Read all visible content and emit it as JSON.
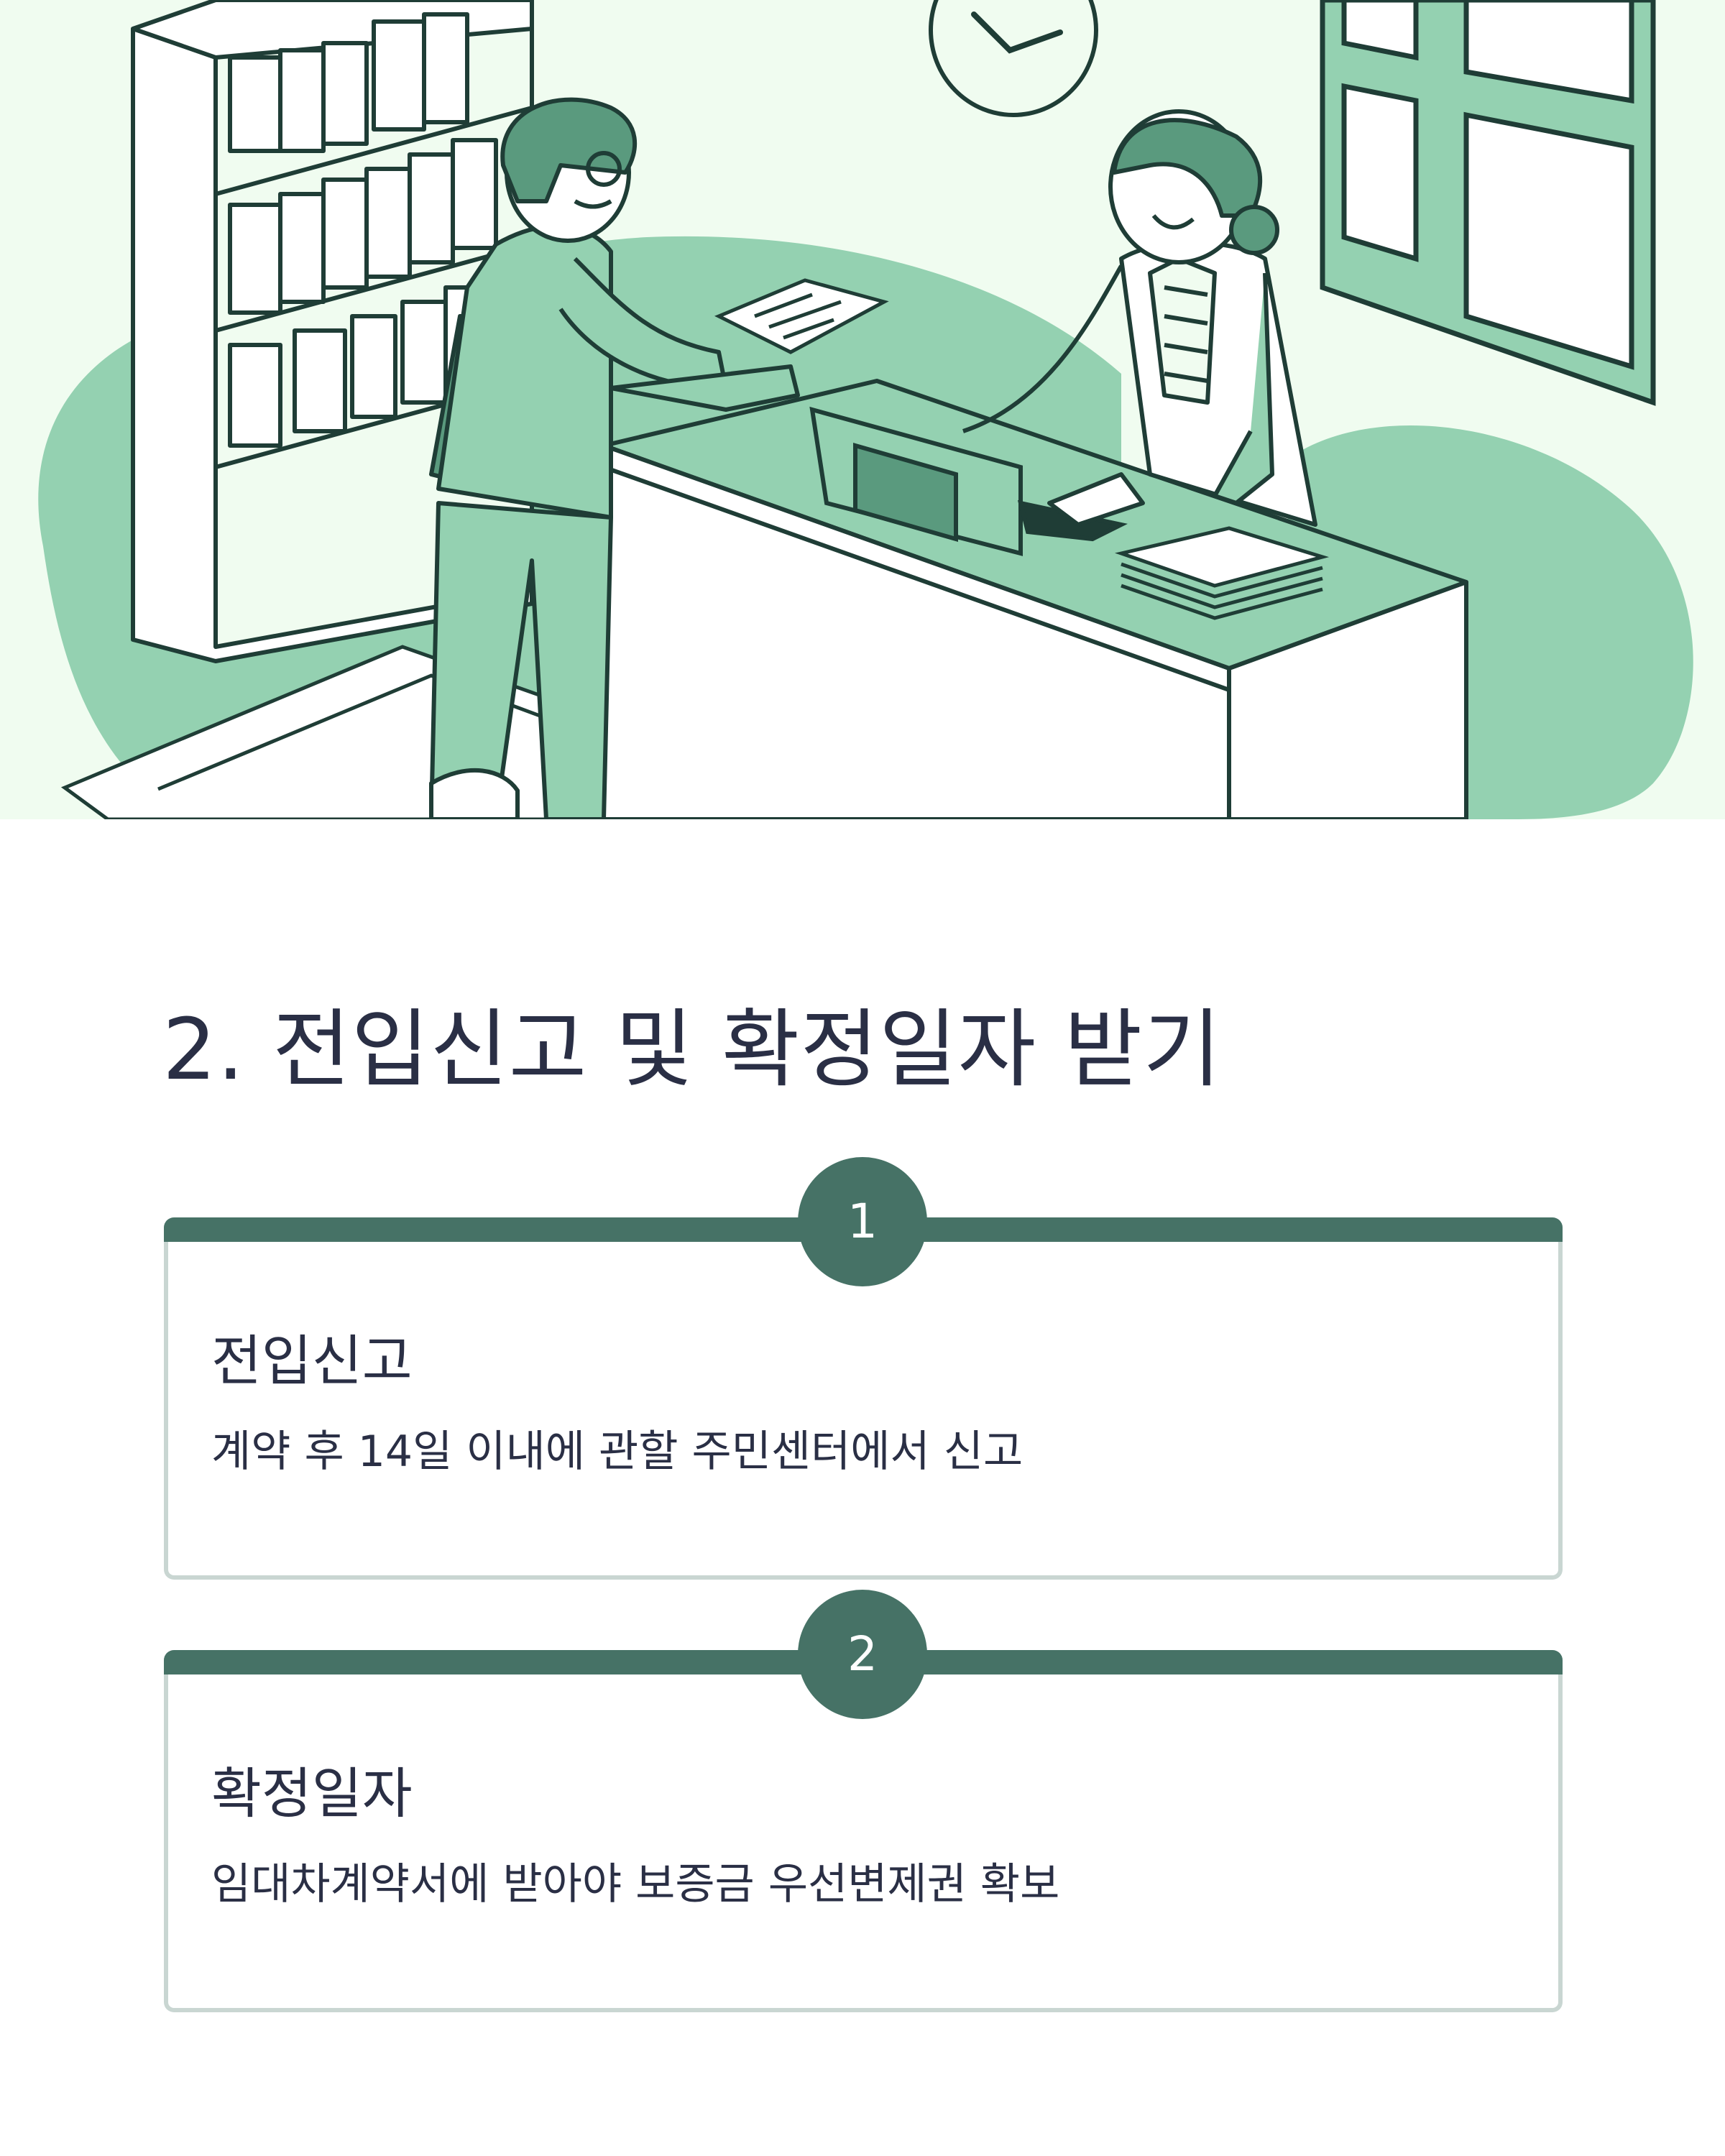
{
  "illustration": {
    "icon": "service-counter-illustration",
    "colors": {
      "background": "#f0fcf0",
      "accent": "#94d1b1",
      "accent_dark": "#5a9a7e",
      "line": "#1f3d36"
    }
  },
  "section": {
    "title": "2. 전입신고 및 확정일자 받기"
  },
  "steps": [
    {
      "number": "1",
      "title": "전입신고",
      "description": "계약 후 14일 이내에 관할 주민센터에서 신고"
    },
    {
      "number": "2",
      "title": "확정일자",
      "description": "임대차계약서에 받아야 보증금 우선변제권 확보"
    }
  ],
  "colors": {
    "heading_text": "#2a2f45",
    "step_accent": "#467266",
    "card_border": "#c9d6d2"
  }
}
